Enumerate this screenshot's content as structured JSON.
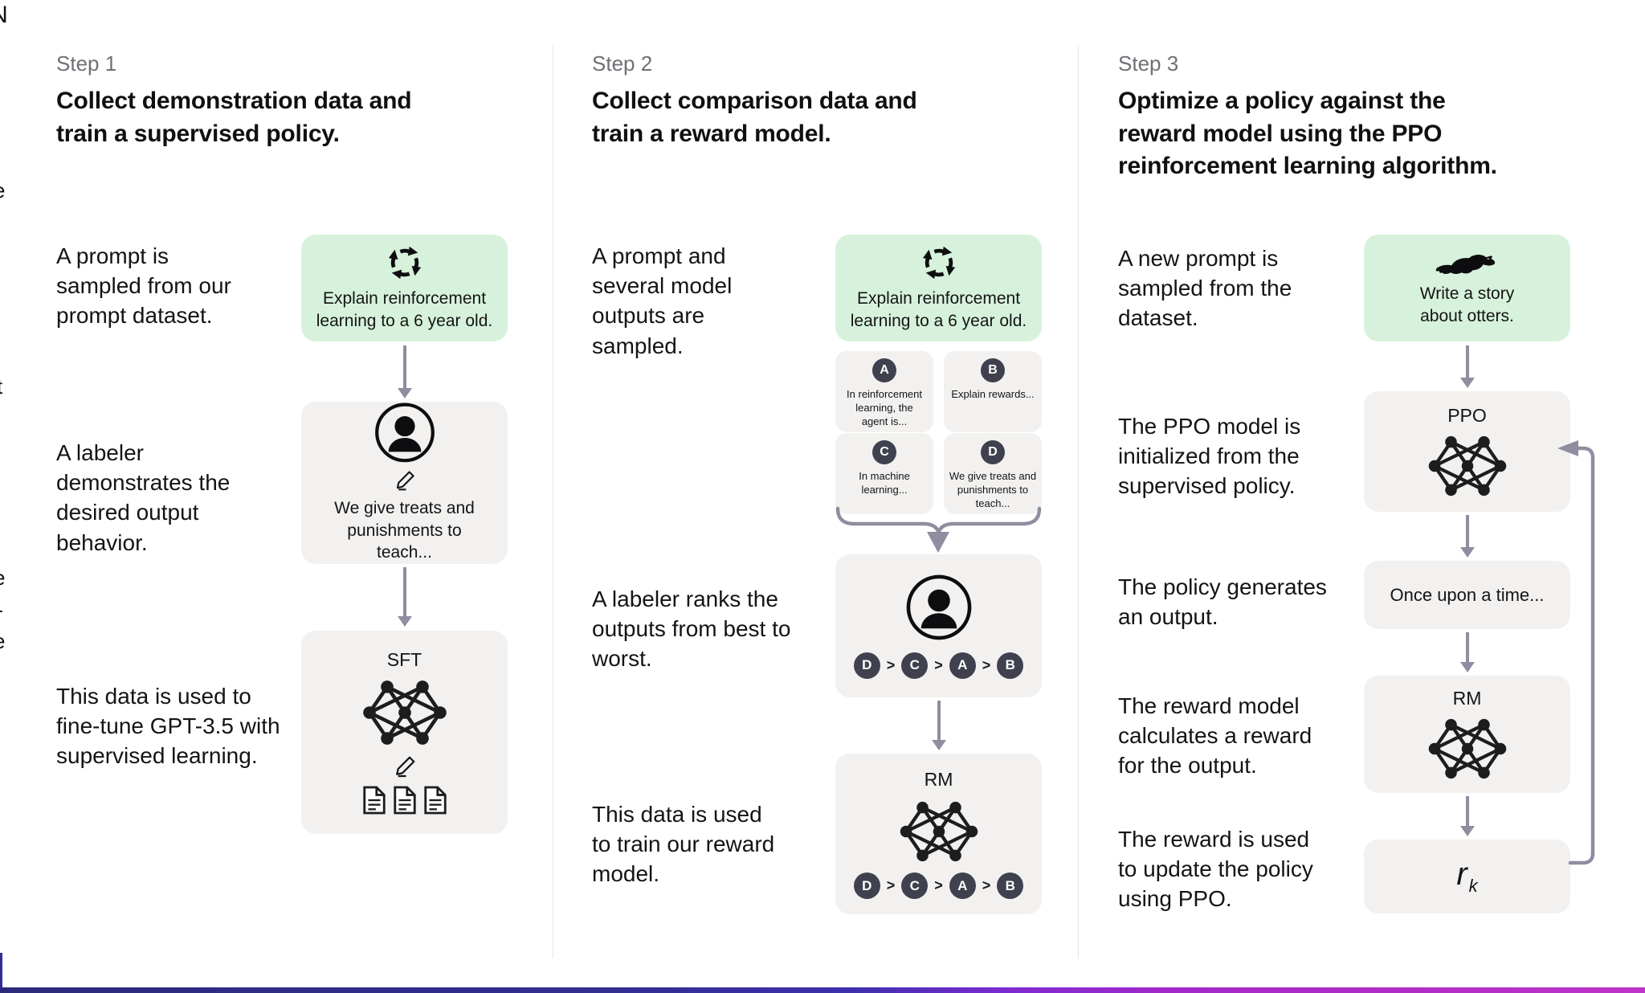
{
  "colors": {
    "prompt_box_bg": "#d7f2dc",
    "panel_box_bg": "#f2f1ef",
    "badge_bg": "#40414f",
    "arrow": "#8e8ea0",
    "step_label_text": "#6f6f75",
    "body_text": "#141416",
    "divider": "#e8e7e5",
    "footer_gradient_left": "#2d2a7c",
    "footer_gradient_right": "#bd34ca"
  },
  "edge_fragments": {
    "chars": [
      "N",
      "e",
      "t",
      "e",
      "-",
      "e"
    ]
  },
  "step1": {
    "label": "Step 1",
    "title": "Collect demonstration data and train a supervised policy.",
    "caption_prompt": "A prompt is sampled from our prompt dataset.",
    "caption_labeler": "A labeler demonstrates the desired output behavior.",
    "caption_data": "This data is used to fine-tune GPT-3.5 with supervised learning.",
    "prompt_box_text": "Explain reinforcement learning to a 6 year old.",
    "labeler_box_text": "We give treats and punishments to teach...",
    "model_label": "SFT"
  },
  "step2": {
    "label": "Step 2",
    "title": "Collect comparison data and train a reward model.",
    "caption_prompt": "A prompt and several model outputs are sampled.",
    "caption_labeler": "A labeler ranks the outputs from best to worst.",
    "caption_data": "This data is used to train our reward model.",
    "prompt_box_text": "Explain reinforcement learning to a 6 year old.",
    "outputs": [
      {
        "id": "A",
        "text": "In reinforcement learning, the agent is..."
      },
      {
        "id": "B",
        "text": "Explain rewards..."
      },
      {
        "id": "C",
        "text": "In machine learning..."
      },
      {
        "id": "D",
        "text": "We give treats and punishments to teach..."
      }
    ],
    "ranking": {
      "first": "D",
      "second": "C",
      "third": "A",
      "fourth": "B",
      "separator": ">"
    },
    "model_label": "RM"
  },
  "step3": {
    "label": "Step 3",
    "title": "Optimize a policy against the reward model using the PPO reinforcement learning algorithm.",
    "caption_prompt": "A new prompt is sampled from the dataset.",
    "caption_init": "The PPO model is initialized from the supervised policy.",
    "caption_output": "The policy generates an output.",
    "caption_reward": "The reward model calculates a reward for the output.",
    "caption_update": "The reward is used to update the policy using PPO.",
    "prompt_box_text": "Write a story about otters.",
    "ppo_label": "PPO",
    "output_box_text": "Once upon a time...",
    "rm_label": "RM",
    "reward_symbol": "r",
    "reward_subscript": "k"
  }
}
